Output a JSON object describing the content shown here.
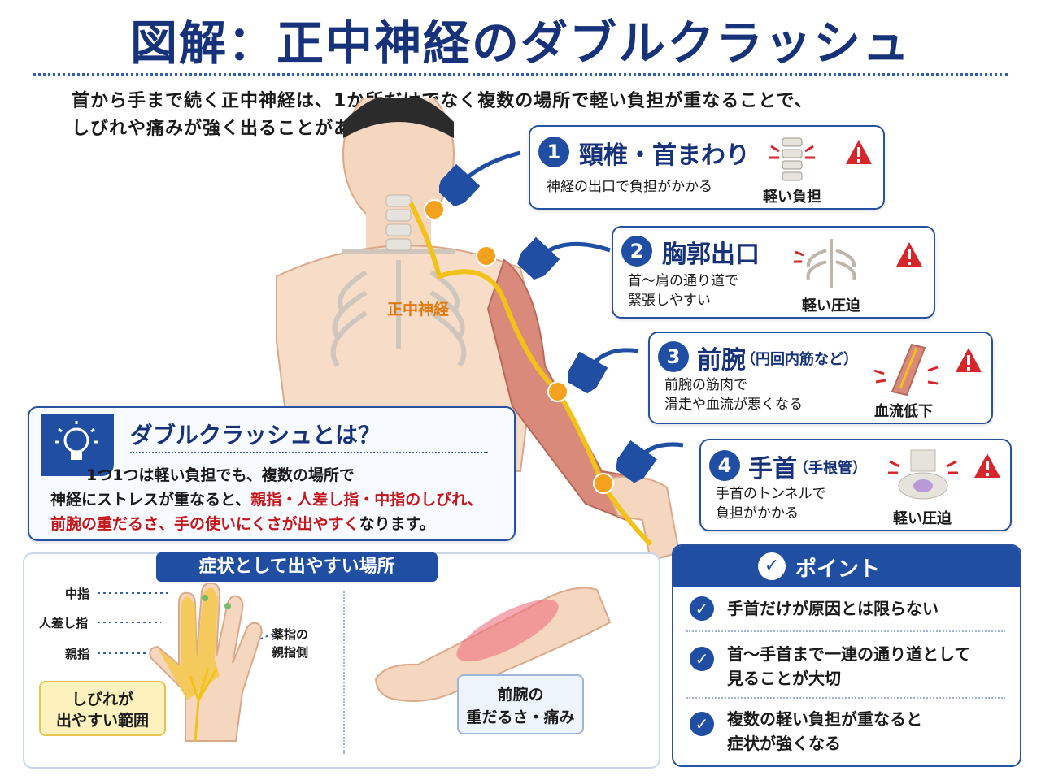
{
  "title": "図解：正中神経のダブルクラッシュ",
  "intro": {
    "line1": "首から手まで続く正中神経は、1か所だけでなく複数の場所で軽い負担が重なることで、",
    "line2": "しびれや痛みが強く出ることがあります。"
  },
  "nerve_label": "正中神経",
  "sites": [
    {
      "num": "1",
      "title": "頸椎・首まわり",
      "sub": "",
      "desc": [
        "神経の出口で負担がかかる"
      ],
      "caption": "軽い負担",
      "icon": "cervical-spine-icon"
    },
    {
      "num": "2",
      "title": "胸郭出口",
      "sub": "",
      "desc": [
        "首〜肩の通り道で",
        "緊張しやすい"
      ],
      "caption": "軽い圧迫",
      "icon": "rib-cage-icon"
    },
    {
      "num": "3",
      "title": "前腕",
      "sub": "（円回内筋など）",
      "desc": [
        "前腕の筋肉で",
        "滑走や血流が悪くなる"
      ],
      "caption": "血流低下",
      "icon": "forearm-muscle-icon"
    },
    {
      "num": "4",
      "title": "手首",
      "sub": "（手根管）",
      "desc": [
        "手首のトンネルで",
        "負担がかかる"
      ],
      "caption": "軽い圧迫",
      "icon": "carpal-tunnel-icon"
    }
  ],
  "double_crush": {
    "heading": "ダブルクラッシュとは？",
    "line1": "1つ1つは軽い負担でも、複数の場所で",
    "line2_a": "神経にストレスが重なると、",
    "line2_b": "親指・人差し指・中指のしびれ、",
    "line3_a": "前腕の重だるさ、手の使いにくさが出やすく",
    "line3_b": "なります。"
  },
  "symptoms": {
    "heading": "症状として出やすい場所",
    "fingers": {
      "middle": "中指",
      "index": "人差し指",
      "thumb": "親指",
      "ring_1": "薬指の",
      "ring_2": "親指側"
    },
    "numb_1": "しびれが",
    "numb_2": "出やすい範囲",
    "forearm_1": "前腕の",
    "forearm_2": "重だるさ・痛み"
  },
  "points": {
    "heading": "ポイント",
    "items": [
      [
        "手首だけが原因とは限らない"
      ],
      [
        "首〜手首まで一連の通り道として",
        "見ることが大切"
      ],
      [
        "複数の軽い負担が重なると",
        "症状が強くなる"
      ]
    ]
  },
  "colors": {
    "navy": "#16327a",
    "accent": "#1f4ea3",
    "nerve": "#f2c21b",
    "warning": "#d7262b",
    "pale_blue": "#eef4fc"
  }
}
